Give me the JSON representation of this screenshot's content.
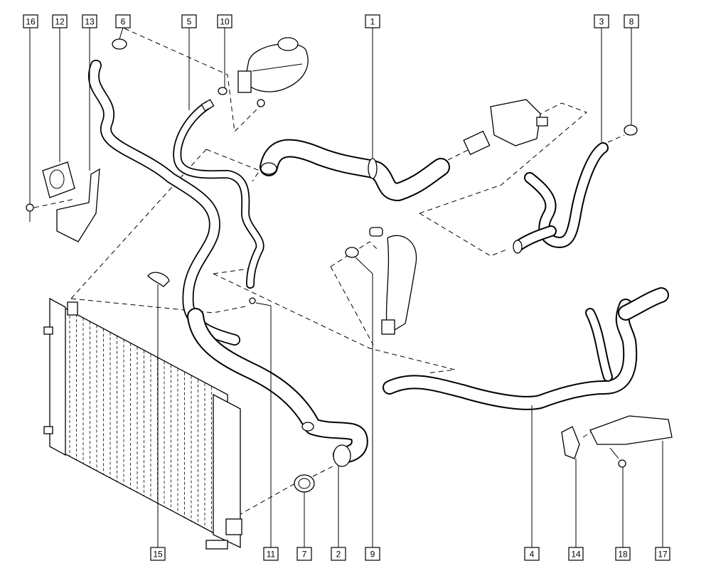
{
  "diagram": {
    "callouts": [
      {
        "id": "c16",
        "label": "16"
      },
      {
        "id": "c12",
        "label": "12"
      },
      {
        "id": "c13",
        "label": "13"
      },
      {
        "id": "c6",
        "label": "6"
      },
      {
        "id": "c5",
        "label": "5"
      },
      {
        "id": "c10",
        "label": "10"
      },
      {
        "id": "c1",
        "label": "1"
      },
      {
        "id": "c3",
        "label": "3"
      },
      {
        "id": "c8",
        "label": "8"
      },
      {
        "id": "c15",
        "label": "15"
      },
      {
        "id": "c11",
        "label": "11"
      },
      {
        "id": "c7",
        "label": "7"
      },
      {
        "id": "c2",
        "label": "2"
      },
      {
        "id": "c9",
        "label": "9"
      },
      {
        "id": "c4",
        "label": "4"
      },
      {
        "id": "c14",
        "label": "14"
      },
      {
        "id": "c18",
        "label": "18"
      },
      {
        "id": "c17",
        "label": "17"
      }
    ]
  }
}
